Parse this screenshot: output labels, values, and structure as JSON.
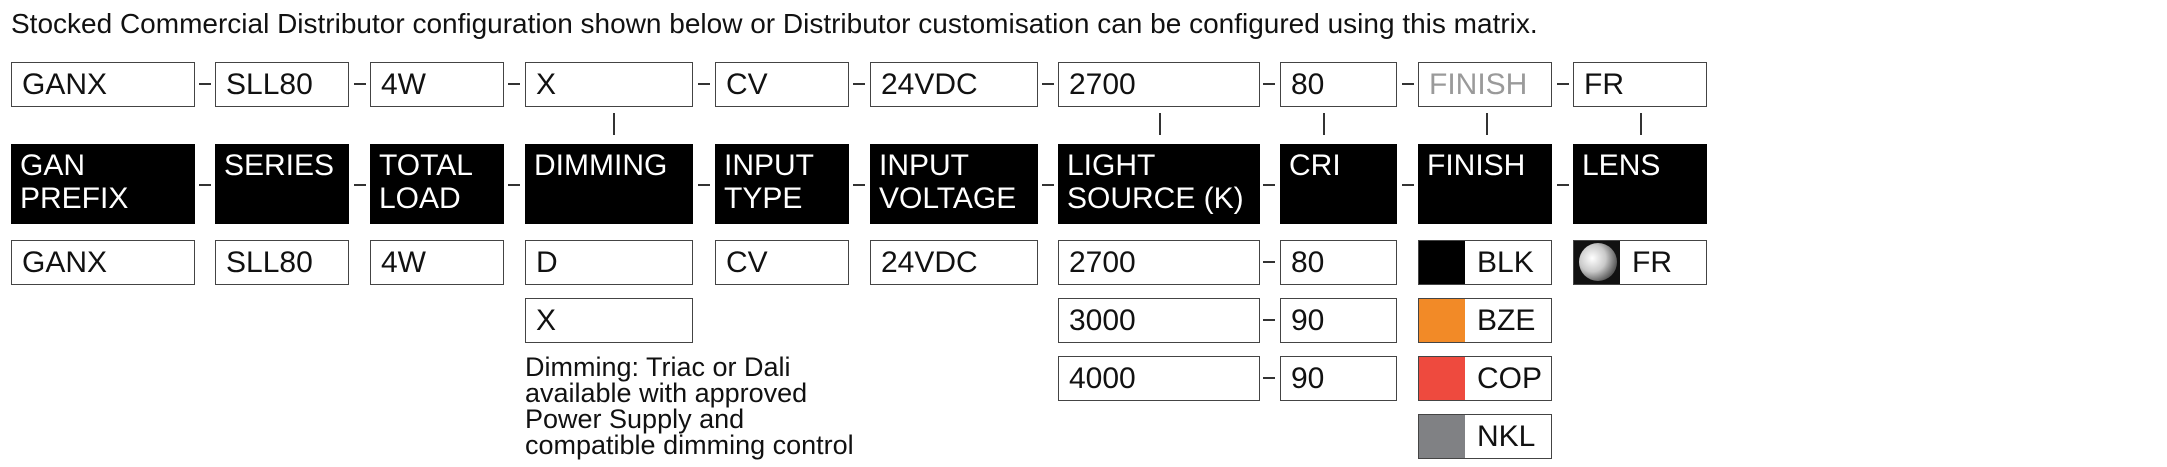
{
  "intro": "Stocked Commercial Distributor configuration shown below or Distributor customisation can be configured using this matrix.",
  "config": {
    "gan_prefix": "GANX",
    "series": "SLL80",
    "total_load": "4W",
    "dimming": "X",
    "input_type": "CV",
    "input_voltage": "24VDC",
    "light_source": "2700",
    "cri": "80",
    "finish": "FINISH",
    "lens": "FR"
  },
  "headers": {
    "gan_prefix": [
      "GAN",
      "PREFIX"
    ],
    "series": [
      "SERIES"
    ],
    "total_load": [
      "TOTAL",
      "LOAD"
    ],
    "dimming": [
      "DIMMING"
    ],
    "input_type": [
      "INPUT",
      "TYPE"
    ],
    "input_voltage": [
      "INPUT",
      "VOLTAGE"
    ],
    "light_source": [
      "LIGHT",
      "SOURCE (K)"
    ],
    "cri": [
      "CRI"
    ],
    "finish": [
      "FINISH"
    ],
    "lens": [
      "LENS"
    ]
  },
  "options": {
    "gan_prefix": [
      "GANX"
    ],
    "series": [
      "SLL80"
    ],
    "total_load": [
      "4W"
    ],
    "dimming": [
      "D",
      "X"
    ],
    "input_type": [
      "CV"
    ],
    "input_voltage": [
      "24VDC"
    ],
    "light_source": [
      "2700",
      "3000",
      "4000"
    ],
    "cri": [
      "80",
      "90",
      "90"
    ],
    "finish": [
      {
        "label": "BLK",
        "color": "#000000"
      },
      {
        "label": "BZE",
        "color": "#f28a27"
      },
      {
        "label": "COP",
        "color": "#ee4a3e"
      },
      {
        "label": "NKL",
        "color": "#808184"
      }
    ],
    "lens": [
      {
        "label": "FR",
        "icon": "frosted-lens-icon"
      }
    ]
  },
  "dimming_note": [
    "Dimming: Triac or Dali",
    "available with approved",
    "Power Supply and",
    "compatible dimming control"
  ]
}
